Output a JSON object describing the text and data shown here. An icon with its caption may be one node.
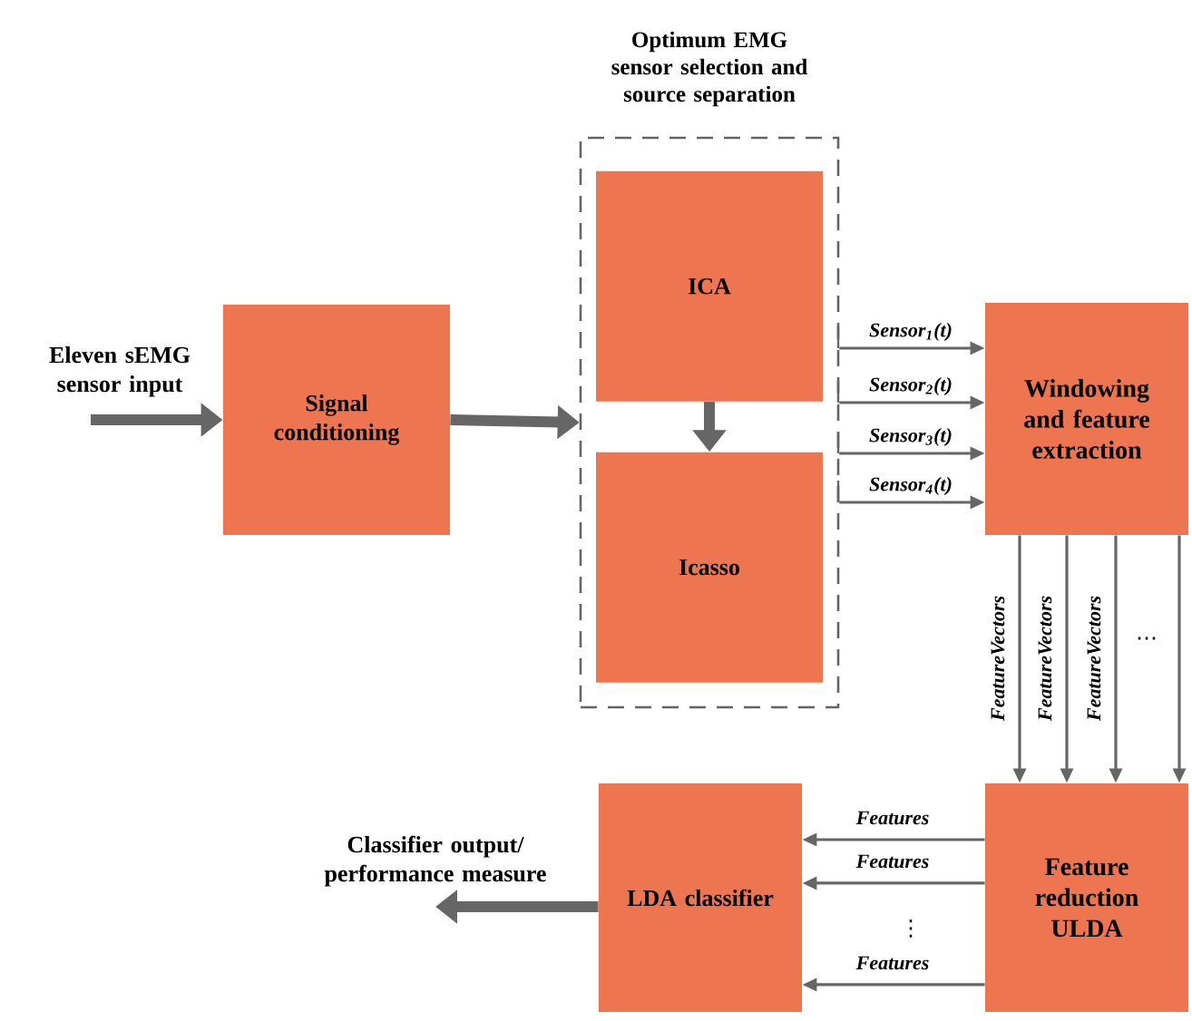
{
  "diagram": {
    "nodes": [
      {
        "text": [
          "Signal conditioning"
        ]
      },
      {
        "text": [
          "Optimum EMG sensor selection and source separation"
        ]
      },
      {
        "text": [
          "ICA"
        ],
        "in": 1
      },
      {
        "text": [
          "Icasso"
        ],
        "in": 1
      },
      {
        "text": [
          "Windowing and feature extraction"
        ]
      },
      {
        "text": [
          "Feature reduction ULDA"
        ]
      },
      {
        "text": [
          "LDA classifier"
        ]
      }
    ],
    "edges": [
      {
        "from": null,
        "to": 0,
        "arrow": "to",
        "style": "thick",
        "label": "Eleven sEMG sensor input"
      },
      {
        "from": 0,
        "to": 1,
        "arrow": "to",
        "style": "thick"
      },
      {
        "from": 2,
        "to": 3,
        "arrow": "to",
        "style": "thick"
      },
      {
        "from": 1,
        "to": 4,
        "arrow": "to",
        "label": "*Sensor*$_{1}$*(t)*"
      },
      {
        "from": 1,
        "to": 4,
        "arrow": "to",
        "label": "*Sensor*$_{2}$*(t)*"
      },
      {
        "from": 1,
        "to": 4,
        "arrow": "to",
        "label": "*Sensor*$_{3}$*(t)*"
      },
      {
        "from": 1,
        "to": 4,
        "arrow": "to",
        "label": "*Sensor*$_{4}$*(t)*"
      },
      {
        "from": 4,
        "to": 5,
        "arrow": "to",
        "label": "FeatureVectors"
      },
      {
        "from": 4,
        "to": 5,
        "arrow": "to",
        "label": "FeatureVectors"
      },
      {
        "from": 4,
        "to": 5,
        "arrow": "to",
        "label": "FeatureVectors"
      },
      {
        "from": 4,
        "to": 5,
        "arrow": "to"
      },
      {
        "from": 5,
        "to": 6,
        "arrow": "to",
        "label": "Features"
      },
      {
        "from": 5,
        "to": 6,
        "arrow": "to",
        "label": "Features"
      },
      {
        "from": 5,
        "to": 6,
        "arrow": "to",
        "label": "Features"
      },
      {
        "from": 6,
        "to": null,
        "arrow": "to",
        "style": "thick",
        "label": "Classifier output/ performance measure"
      }
    ],
    "labels": [
      "…",
      "⋮"
    ]
  }
}
